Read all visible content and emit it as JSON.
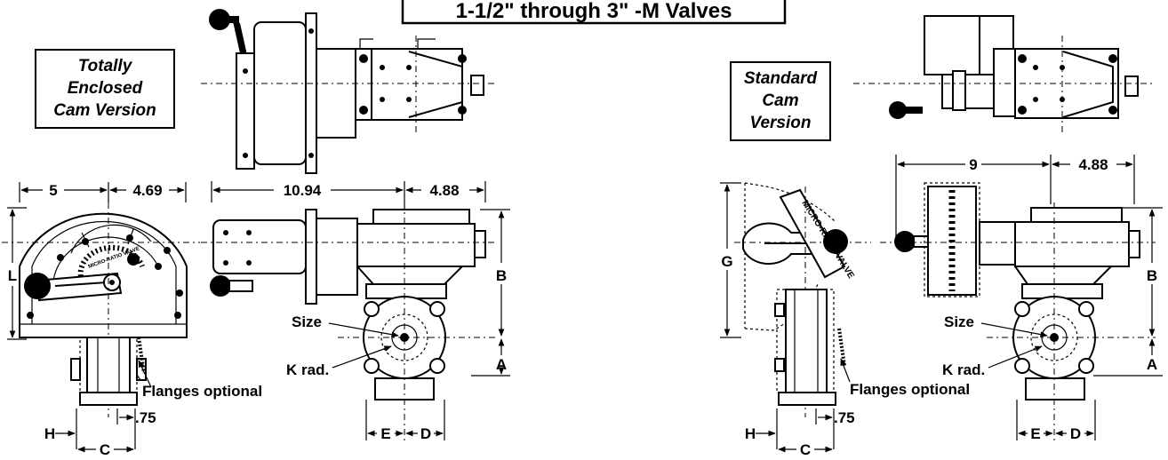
{
  "title": "1-1/2\" through 3\" -M Valves",
  "versions": {
    "left": {
      "line1": "Totally",
      "line2": "Enclosed",
      "line3": "Cam Version"
    },
    "right": {
      "line1": "Standard",
      "line2": "Cam",
      "line3": "Version"
    }
  },
  "left_view": {
    "dims": {
      "top_left": "5",
      "top_right": "4.69",
      "side_a": "10.94",
      "side_b": "4.88"
    },
    "letters": {
      "L": "L",
      "B": "B",
      "A": "A",
      "H": "H",
      "C": "C",
      "E": "E",
      "D": "D"
    },
    "callouts": {
      "size": "Size",
      "krad": "K rad.",
      "flanges": "Flanges optional",
      "pt75": ".75"
    },
    "dial_text": "MICRO-RATIO VALVE"
  },
  "right_view": {
    "dims": {
      "side_a": "9",
      "side_b": "4.88"
    },
    "letters": {
      "G": "G",
      "B": "B",
      "A": "A",
      "H": "H",
      "C": "C",
      "E": "E",
      "D": "D"
    },
    "callouts": {
      "size": "Size",
      "krad": "K rad.",
      "flanges": "Flanges optional",
      "pt75": ".75"
    },
    "dial_text": "MICRO-RATIO VALVE"
  }
}
